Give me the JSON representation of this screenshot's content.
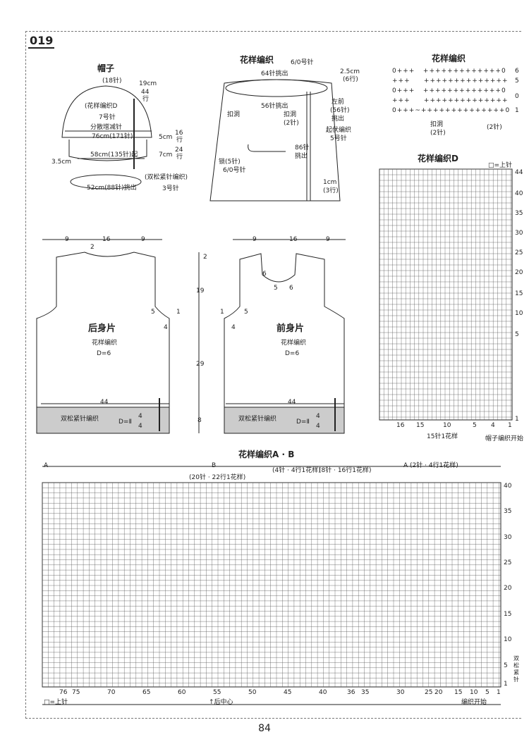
{
  "pattern_number": "019",
  "page_number": "84",
  "hat": {
    "title": "帽子",
    "stitches": "(18针)",
    "pattern_label": "(花样编织D",
    "needle1": "7号针",
    "decrease_note": "分散增减针",
    "cm76": "76cm(171针)",
    "cm58": "58cm(135针)起",
    "cm52": "52cm(88针)挑出",
    "cm35": "3.5cm",
    "cm19": "19cm",
    "r44": "44",
    "r44b": "行",
    "cm5": "5cm",
    "r16": "16",
    "r16b": "行",
    "cm7": "7cm",
    "r24": "24",
    "r24b": "行",
    "rib": "(双松紧针编织)",
    "needle2": "3号针"
  },
  "collar": {
    "title": "花样编织",
    "needle": "6/0号针",
    "pick64": "64针挑出",
    "pick56": "56针挑出",
    "cm25": "2.5cm",
    "row6": "(6行)",
    "left_front": "左前",
    "left_front_st": "(56针)",
    "left_front_pick": "挑出",
    "buttonhole": "扣洞",
    "buttonhole2": "扣洞",
    "buttonhole2_st": "(2针)",
    "ridge": "起伏编织",
    "ridge_needle": "5号针",
    "pick86": "86针",
    "pick86b": "挑出",
    "lock": "锁(5针)",
    "lock_needle": "6/0号针",
    "cm1": "1cm",
    "row3": "(3行)"
  },
  "pattern_small": {
    "title": "花样编织",
    "row_labels": [
      "6",
      "5",
      "0",
      "1"
    ],
    "buttonhole": "扣洞",
    "st2": "(2针)",
    "st2b": "(2针)"
  },
  "back": {
    "title": "后身片",
    "sub": "花样编织",
    "d": "D=6",
    "w9a": "9",
    "w16": "16",
    "w9b": "9",
    "w2": "2",
    "w5": "5",
    "w1": "1",
    "w4": "4",
    "w44": "44",
    "rib": "双松紧针编织",
    "d2": "D=Ⅱ",
    "f4a": "4",
    "f4b": "4"
  },
  "front": {
    "title": "前身片",
    "sub": "花样编织",
    "d": "D=6",
    "w9a": "9",
    "w16": "16",
    "w9b": "9",
    "w1": "1",
    "w4": "4",
    "w5": "5",
    "w6a": "6",
    "w6b": "6",
    "w5b": "5",
    "w44": "44",
    "rib": "双松紧针编织",
    "d2": "D=Ⅱ",
    "f4a": "4",
    "f4b": "4"
  },
  "height": {
    "h2": "2",
    "h19": "19",
    "h29": "29",
    "h8": "8"
  },
  "chart_d": {
    "title": "花样编织D",
    "legend": "□=上针",
    "bottom_labels": [
      "16",
      "15",
      "10",
      "5",
      "4",
      "1"
    ],
    "rows": [
      "44",
      "40",
      "35",
      "30",
      "25",
      "20",
      "15",
      "10",
      "5",
      "1"
    ],
    "repeat": "15针1花样",
    "start": "帽子编织开始"
  },
  "chart_ab": {
    "title": "花样编织A · B",
    "seg_a_left": "A",
    "seg_b": "B",
    "seg_a_right": "A (2针 · 4行1花样)",
    "rep20": "(20针 · 22行1花样)",
    "rep4": "(4针 · 4行1花样)",
    "rep8": "(8针 · 16行1花样)",
    "rows": [
      "40",
      "35",
      "30",
      "25",
      "20",
      "15",
      "10",
      "5",
      "1"
    ],
    "cols": [
      "76",
      "75",
      "70",
      "65",
      "60",
      "55",
      "50",
      "45",
      "40",
      "36",
      "35",
      "30",
      "25",
      "20",
      "15",
      "10",
      "5",
      "1"
    ],
    "center": "后中心",
    "legend": "□=上针",
    "start": "编织开始",
    "rib_side": "双松紧针"
  }
}
